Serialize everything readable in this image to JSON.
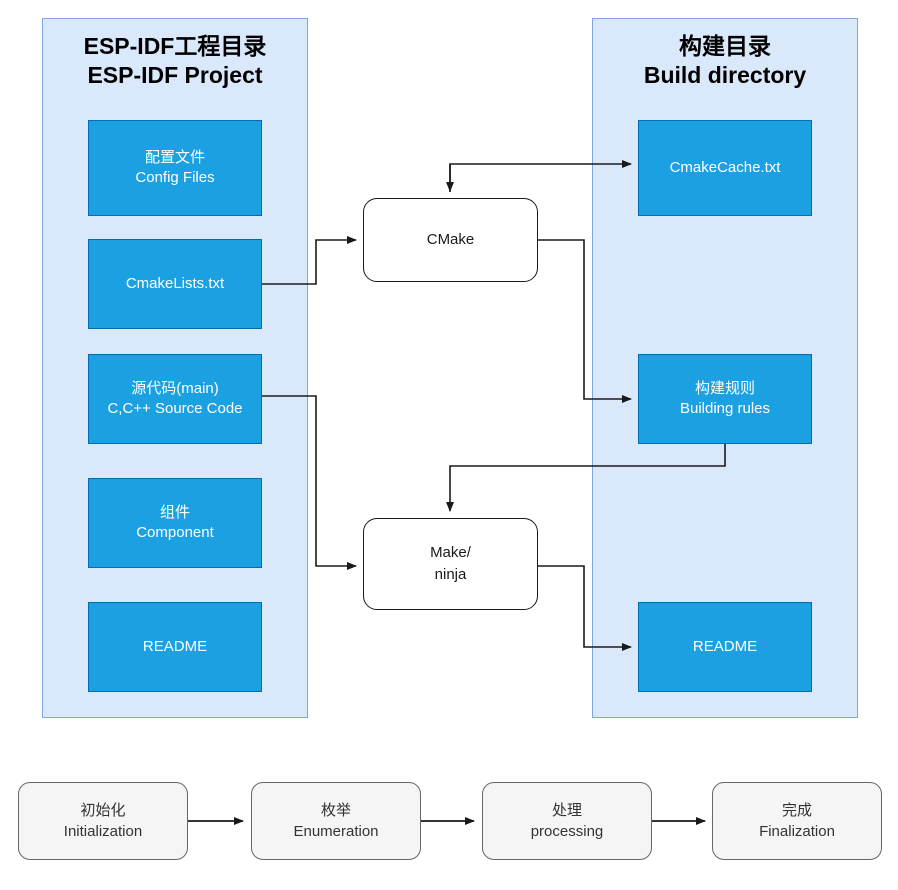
{
  "diagram": {
    "title_left": "ESP-IDF工程目录\nESP-IDF Project",
    "title_right": "构建目录\nBuild directory",
    "colors": {
      "container_fill": "#dae8fc",
      "container_stroke": "#7ea6e0",
      "file_box_fill": "#1ba1e2",
      "file_box_stroke": "#006eaf",
      "file_box_text": "#ffffff",
      "process_fill": "#ffffff",
      "process_stroke": "#1a1a1a",
      "stage_fill": "#f5f5f5",
      "stage_stroke": "#666666",
      "edge_stroke": "#1a1a1a"
    }
  },
  "left_column": {
    "label": "ESP-IDF工程目录 / ESP-IDF Project",
    "boxes": [
      {
        "id": "config-files",
        "text": "配置文件\nConfig Files"
      },
      {
        "id": "cmakelists",
        "text": "CmakeLists.txt"
      },
      {
        "id": "source-code",
        "text": "源代码(main)\nC,C++ Source Code"
      },
      {
        "id": "component",
        "text": "组件\nComponent"
      },
      {
        "id": "readme-src",
        "text": "README"
      }
    ]
  },
  "right_column": {
    "label": "构建目录 / Build directory",
    "boxes": [
      {
        "id": "cmakecache",
        "text": "CmakeCache.txt"
      },
      {
        "id": "building-rules",
        "text": "构建规则\nBuilding rules"
      },
      {
        "id": "readme-build",
        "text": "README"
      }
    ]
  },
  "processes": [
    {
      "id": "cmake",
      "text": "CMake"
    },
    {
      "id": "make-ninja",
      "text": "Make/\nninja"
    }
  ],
  "stages": [
    {
      "id": "initialization",
      "text": "初始化\nInitialization"
    },
    {
      "id": "enumeration",
      "text": "枚举\nEnumeration"
    },
    {
      "id": "processing",
      "text": "处理\nprocessing"
    },
    {
      "id": "finalization",
      "text": "完成\nFinalization"
    }
  ],
  "edges": [
    {
      "from": "cmakelists",
      "to": "cmake"
    },
    {
      "from": "cmake",
      "to": "cmakecache"
    },
    {
      "from": "cmake",
      "to": "building-rules"
    },
    {
      "from": "source-code",
      "to": "make-ninja"
    },
    {
      "from": "building-rules",
      "to": "make-ninja"
    },
    {
      "from": "make-ninja",
      "to": "readme-build"
    },
    {
      "from": "initialization",
      "to": "enumeration"
    },
    {
      "from": "enumeration",
      "to": "processing"
    },
    {
      "from": "processing",
      "to": "finalization"
    }
  ]
}
